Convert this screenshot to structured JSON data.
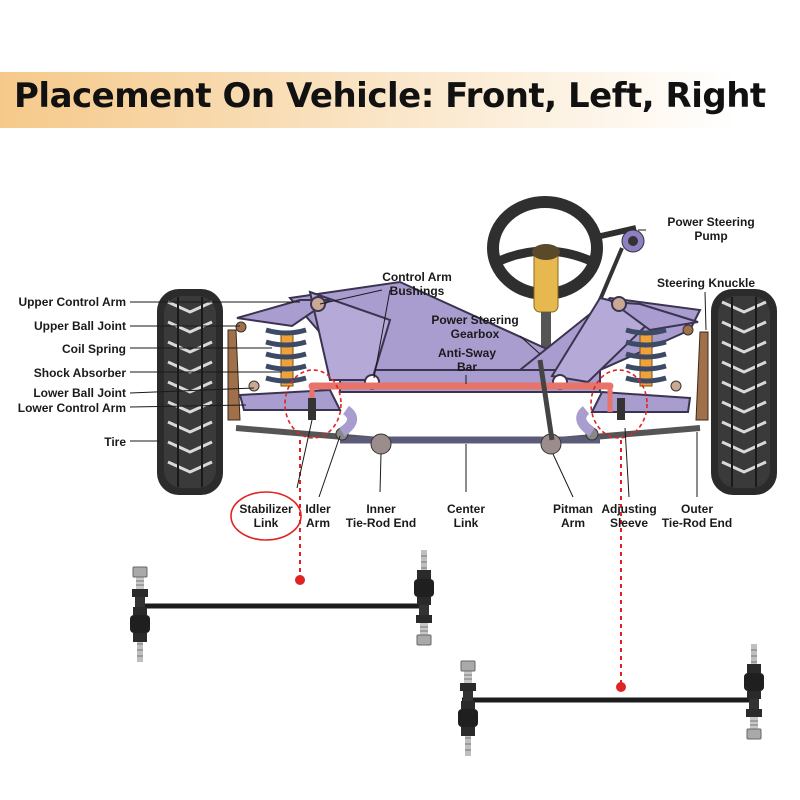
{
  "header": {
    "title": "Placement On Vehicle: Front, Left, Right",
    "band_color": "#f5c98a"
  },
  "labels": {
    "upper_control_arm": "Upper Control Arm",
    "upper_ball_joint": "Upper Ball Joint",
    "coil_spring": "Coil Spring",
    "shock_absorber": "Shock Absorber",
    "lower_ball_joint": "Lower Ball Joint",
    "lower_control_arm": "Lower Control Arm",
    "tire": "Tire",
    "control_arm_bushings": [
      "Control Arm",
      "Bushings"
    ],
    "power_steering_gearbox": [
      "Power Steering",
      "Gearbox"
    ],
    "anti_sway_bar": [
      "Anti-Sway",
      "Bar"
    ],
    "power_steering_pump": [
      "Power Steering",
      "Pump"
    ],
    "steering_knuckle": "Steering Knuckle",
    "stabilizer_link": [
      "Stabilizer",
      "Link"
    ],
    "idler_arm": [
      "Idler",
      "Arm"
    ],
    "inner_tie_rod_end": [
      "Inner",
      "Tie-Rod End"
    ],
    "center_link": [
      "Center",
      "Link"
    ],
    "pitman_arm": [
      "Pitman",
      "Arm"
    ],
    "adjusting_sleeve": [
      "Adjusting",
      "Sleeve"
    ],
    "outer_tie_rod_end": [
      "Outer",
      "Tie-Rod End"
    ]
  },
  "colors": {
    "frame": "#a99ccf",
    "anti_sway_bar": "#e8736a",
    "highlight": "#e02424",
    "spring": "#3d4a66",
    "shock": "#f0a23a",
    "column": "#e7b850"
  }
}
